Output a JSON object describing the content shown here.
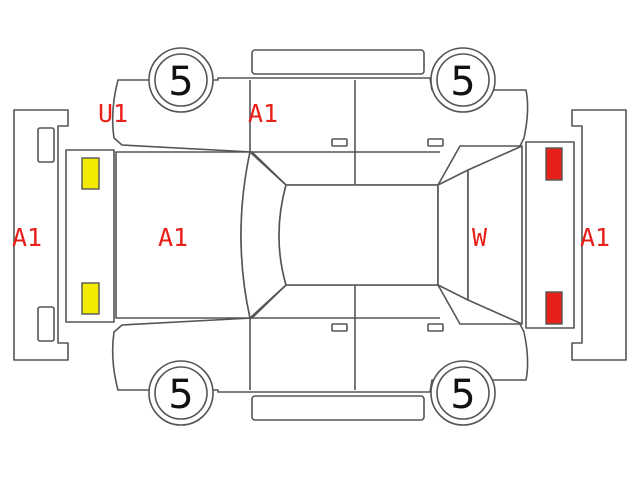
{
  "colors": {
    "outline": "#555555",
    "code_text": "#e8201a",
    "tire_text": "#111111",
    "front_light": "#f2ea00",
    "rear_light": "#e8201a"
  },
  "codes": {
    "front_bumper": "A1",
    "hood": "A1",
    "front_fender_left": "U1",
    "front_door_left": "A1",
    "rear_glass": "W",
    "rear_bumper": "A1"
  },
  "tires": {
    "front_left": "5",
    "rear_left": "5",
    "front_right": "5",
    "rear_right": "5"
  }
}
